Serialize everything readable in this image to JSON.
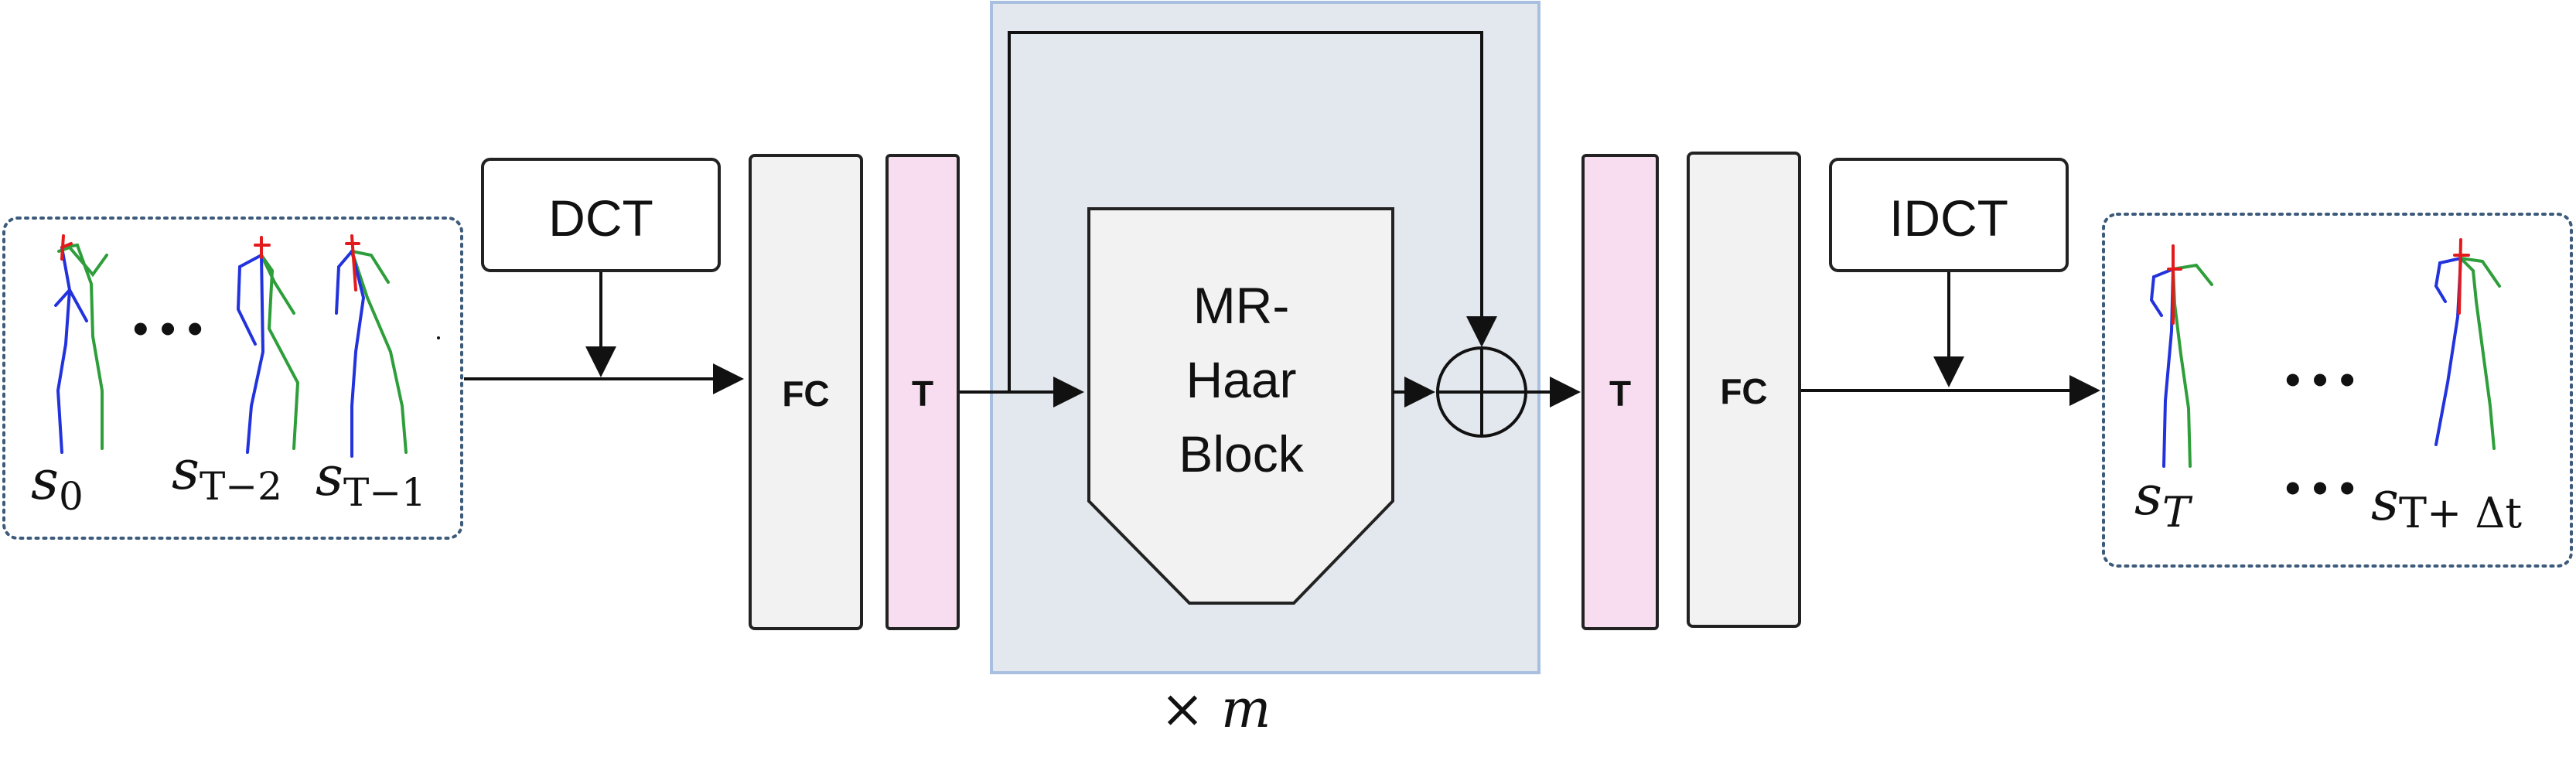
{
  "colors": {
    "fc_fill": "#f2f2f2",
    "t_fill": "#f8ddf0",
    "module_fill": "#e3e7ee",
    "module_border": "#a9bfdf",
    "pose_box_border": "#3c5a7a",
    "skeleton_red": "#e31a1c",
    "skeleton_blue": "#2233dd",
    "skeleton_green": "#2e9e3a"
  },
  "input": {
    "ellipsis": "• • •",
    "labels": [
      {
        "base": "s",
        "sub": "0"
      },
      {
        "base": "s",
        "sub": "T−2"
      },
      {
        "base": "s",
        "sub": "T−1"
      }
    ]
  },
  "dct": {
    "label": "DCT"
  },
  "fc_left": {
    "label": "FC"
  },
  "t_left": {
    "label": "T"
  },
  "mr_block": {
    "line1": "MR-",
    "line2": "Haar",
    "line3": "Block"
  },
  "repeat_label": "× m",
  "t_right": {
    "label": "T"
  },
  "fc_right": {
    "label": "FC"
  },
  "idct": {
    "label": "IDCT"
  },
  "output": {
    "ellipsis_top": "• • •",
    "ellipsis_bottom": "• • •",
    "labels": [
      {
        "base": "s",
        "sub": "T"
      },
      {
        "base": "s",
        "sub": "T+ Δt"
      }
    ]
  }
}
